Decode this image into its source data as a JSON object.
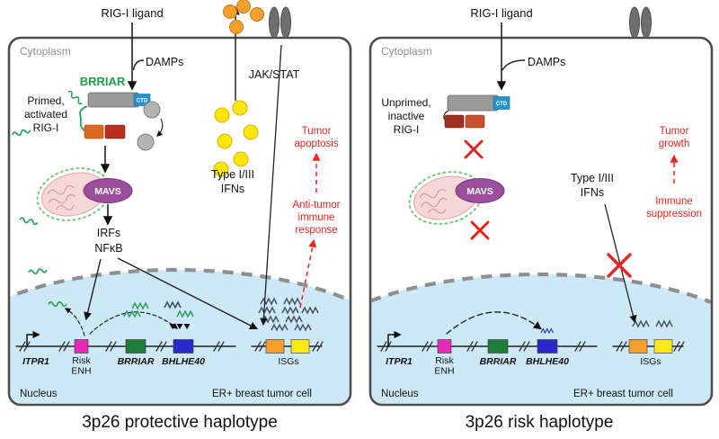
{
  "colors": {
    "accent_green": "#1b9e4b",
    "mavs_purple": "#9c4f9e",
    "alert_red": "#e62520",
    "nucleus_blue": "#cde9f8",
    "enh_pink": "#e62ab5",
    "gene_green": "#1e7d3a",
    "gene_blue": "#2929cc",
    "isg_orange": "#f5a02e",
    "isg_yellow": "#ffe818",
    "ctd_blue": "#2693cf"
  },
  "left": {
    "caption": "3p26 protective haplotype",
    "ligand": "RIG-I ligand",
    "cytoplasm": "Cytoplasm",
    "damps": "DAMPs",
    "brriar_label": "BRRIAR",
    "state": [
      "Primed,",
      "activated",
      "RIG-I"
    ],
    "ctd": "CTD",
    "mavs": "MAVS",
    "irfs": "IRFs",
    "nfkb": "NFκB",
    "jakstat": "JAK/STAT",
    "ifns": [
      "Type I/III",
      "IFNs"
    ],
    "outcome_top": [
      "Tumor",
      "apoptosis"
    ],
    "outcome_bottom": [
      "Anti-tumor",
      "immune",
      "response"
    ],
    "genes": {
      "itpr1": "ITPR1",
      "risk": [
        "Risk",
        "ENH"
      ],
      "brriar": "BRRIAR",
      "bhlhe40": "BHLHE40",
      "isgs": "ISGs"
    },
    "nucleus": "Nucleus",
    "cell_type": "ER+ breast tumor cell"
  },
  "right": {
    "caption": "3p26 risk haplotype",
    "ligand": "RIG-I ligand",
    "cytoplasm": "Cytoplasm",
    "damps": "DAMPs",
    "state": [
      "Unprimed,",
      "inactive",
      "RIG-I"
    ],
    "ctd": "CTD",
    "mavs": "MAVS",
    "ifns": [
      "Type I/III",
      "IFNs"
    ],
    "outcome_top": [
      "Tumor",
      "growth"
    ],
    "outcome_bottom": [
      "Immune",
      "suppression"
    ],
    "genes": {
      "itpr1": "ITPR1",
      "risk": [
        "Risk",
        "ENH"
      ],
      "brriar": "BRRIAR",
      "bhlhe40": "BHLHE40",
      "isgs": "ISGs"
    },
    "nucleus": "Nucleus",
    "cell_type": "ER+ breast tumor cell"
  }
}
